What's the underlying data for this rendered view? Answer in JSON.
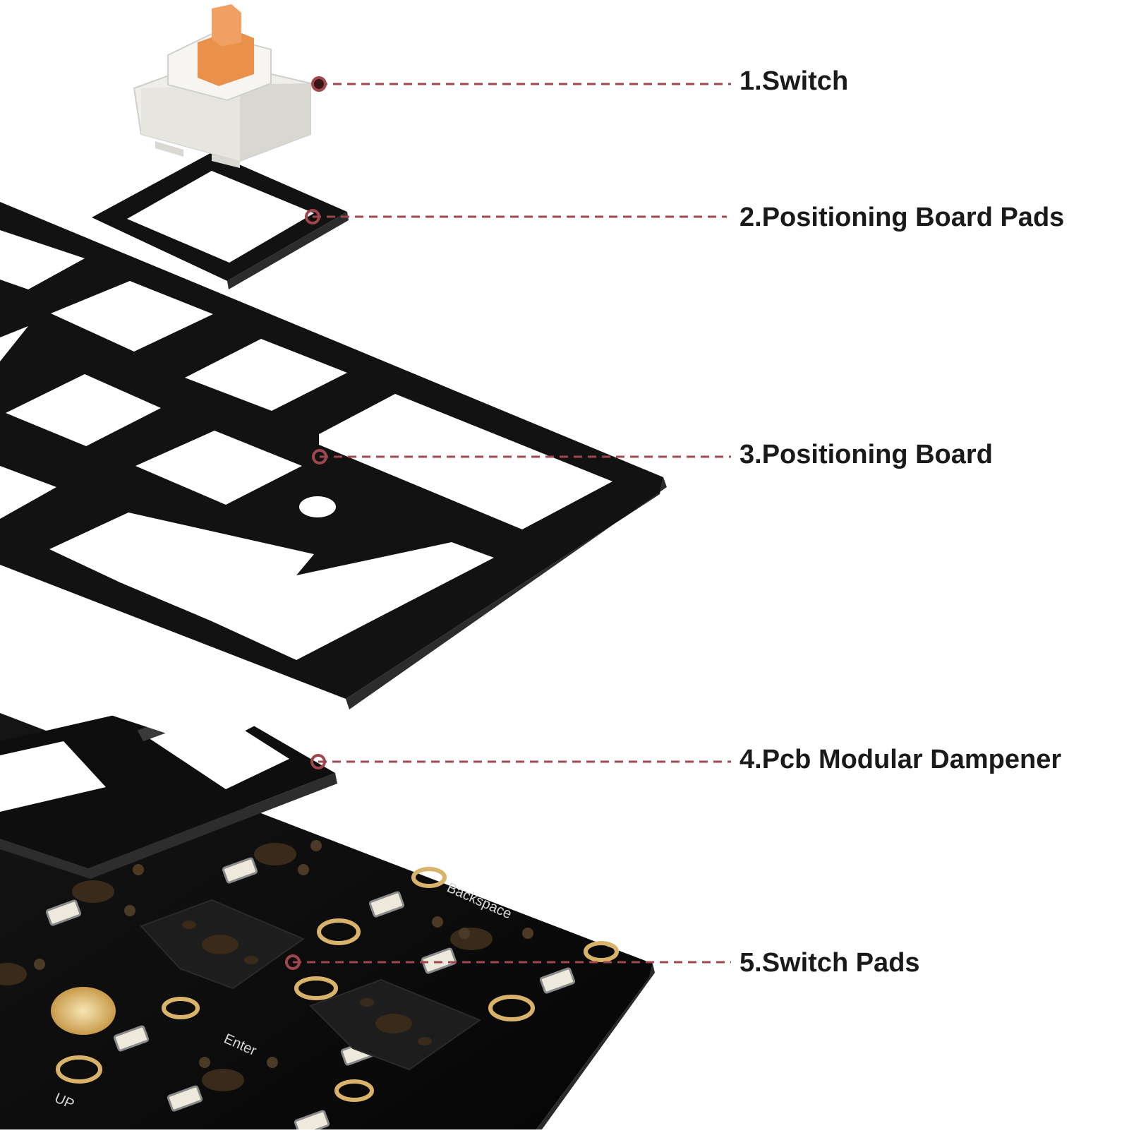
{
  "callouts": [
    {
      "label": "1.Switch"
    },
    {
      "label": "2.Positioning Board Pads"
    },
    {
      "label": "3.Positioning Board"
    },
    {
      "label": "4.Pcb Modular Dampener"
    },
    {
      "label": "5.Switch Pads"
    }
  ],
  "pcb_legends": {
    "backspace": "Backspace",
    "enter": "Enter",
    "up": "UP"
  },
  "colors": {
    "leader_line": "#a0474d",
    "plate": "#111111",
    "pcb": "#0c0c0c",
    "gold": "#d9b36a",
    "switch_stem": "#e9904a",
    "switch_housing": "#f1f0ec"
  }
}
